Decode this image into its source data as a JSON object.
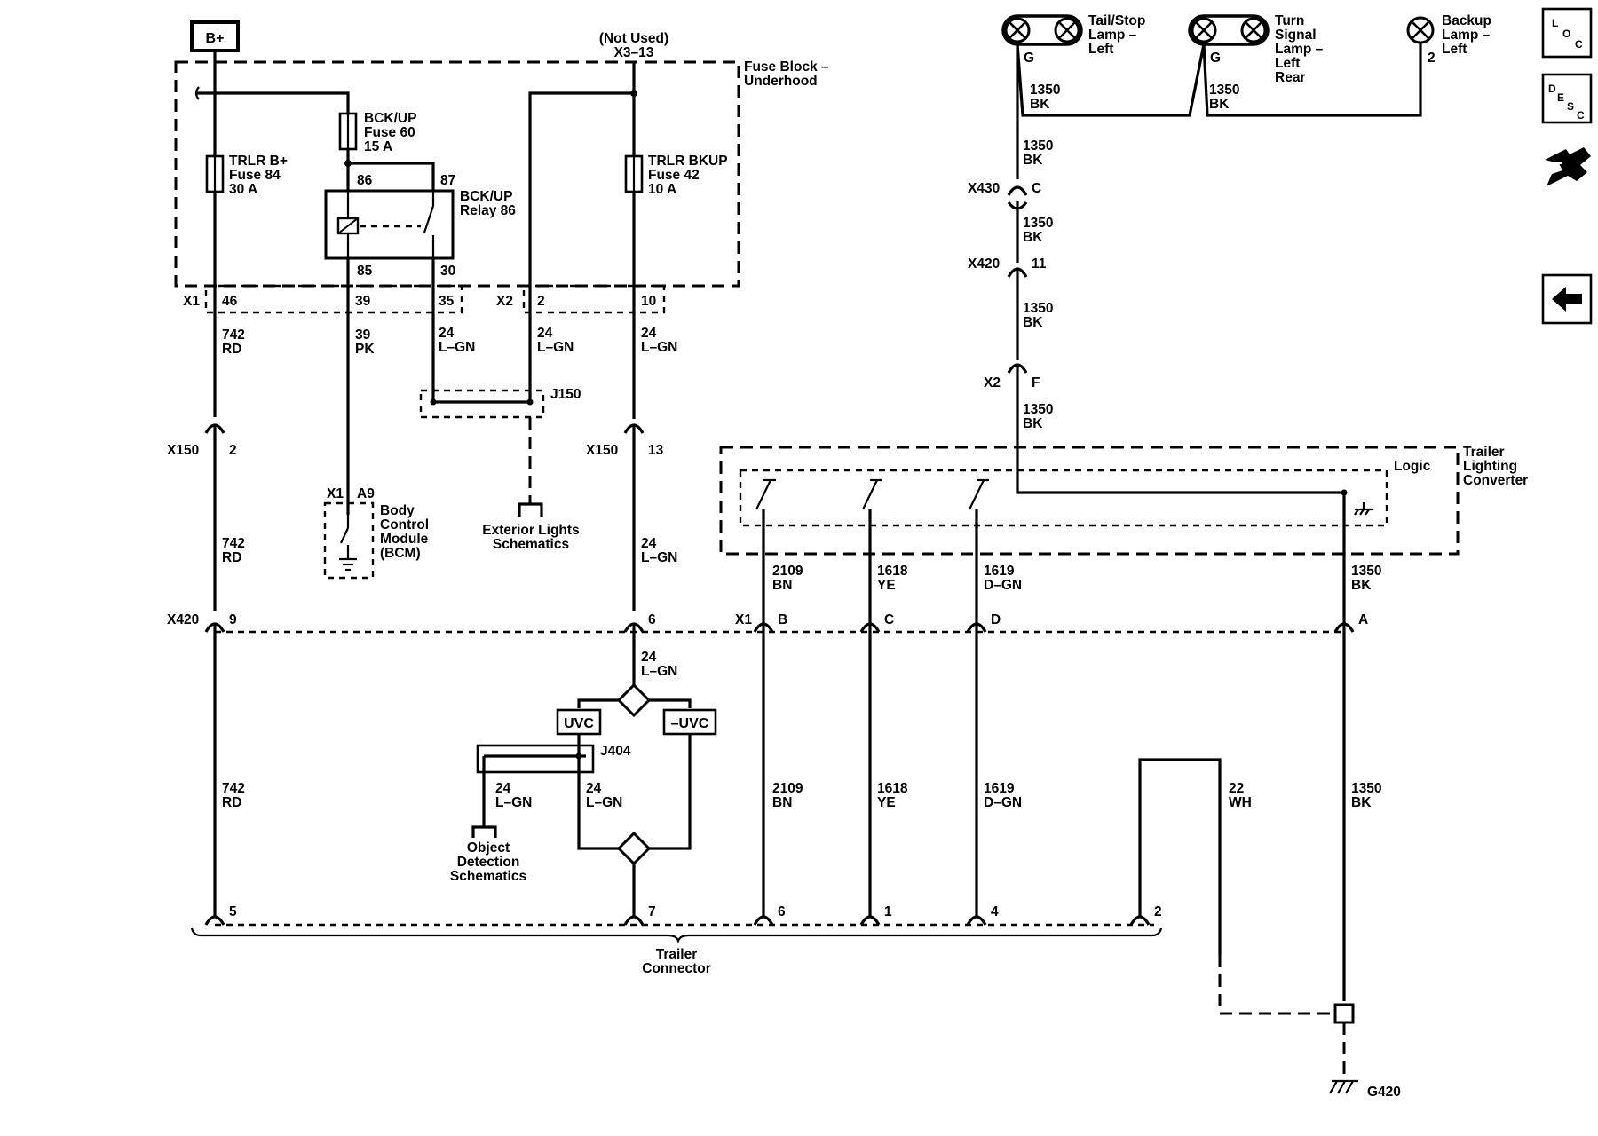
{
  "power": {
    "bplus": "B+"
  },
  "fuse_block": {
    "title_1": "Fuse Block –",
    "title_2": "Underhood",
    "not_used": "(Not Used)",
    "not_used_conn": "X3–13",
    "fuse84": [
      "TRLR B+",
      "Fuse 84",
      "30 A"
    ],
    "fuse60": [
      "BCK/UP",
      "Fuse 60",
      "15 A"
    ],
    "fuse42": [
      "TRLR BKUP",
      "Fuse 42",
      "10 A"
    ],
    "relay86": [
      "BCK/UP",
      "Relay 86"
    ],
    "relay_pins": {
      "p86": "86",
      "p87": "87",
      "p85": "85",
      "p30": "30"
    }
  },
  "connectors": {
    "x1": "X1",
    "x1_46": "46",
    "x1_39": "39",
    "x1_35": "35",
    "x2": "X2",
    "x2_2": "2",
    "x2_10": "10",
    "j150": "J150",
    "x150": "X150",
    "x150_2": "2",
    "x150_13": "13",
    "x420": "X420",
    "x420_9": "9",
    "x420_6": "6",
    "x1_bcm": "X1",
    "a9": "A9",
    "j404": "J404",
    "x430": "X430",
    "x430_c": "C",
    "x420_11": "11",
    "x2_f": "X2",
    "f": "F",
    "x1_tlc": "X1",
    "b": "B",
    "c": "C",
    "d": "D",
    "a": "A",
    "tc5": "5",
    "tc7": "7",
    "tc6": "6",
    "tc1": "1",
    "tc4": "4",
    "tc2": "2"
  },
  "wires": {
    "w742_rd": [
      "742",
      "RD"
    ],
    "w39_pk": [
      "39",
      "PK"
    ],
    "w24_lgn": [
      "24",
      "L–GN"
    ],
    "w1350_bk": [
      "1350",
      "BK"
    ],
    "w2109_bn": [
      "2109",
      "BN"
    ],
    "w1618_ye": [
      "1618",
      "YE"
    ],
    "w1619_dgn": [
      "1619",
      "D–GN"
    ],
    "w22_wh": [
      "22",
      "WH"
    ]
  },
  "modules": {
    "bcm": [
      "Body",
      "Control",
      "Module",
      "(BCM)"
    ],
    "ext_lights": [
      "Exterior Lights",
      "Schematics"
    ],
    "obj_detect": [
      "Object",
      "Detection",
      "Schematics"
    ],
    "uvc": "UVC",
    "neg_uvc": "–UVC",
    "tlc": [
      "Trailer",
      "Lighting",
      "Converter"
    ],
    "logic": "Logic",
    "trailer_conn": [
      "Trailer",
      "Connector"
    ],
    "g420": "G420"
  },
  "lamps": {
    "tail_stop": [
      "Tail/Stop",
      "Lamp –",
      "Left"
    ],
    "turn": [
      "Turn",
      "Signal",
      "Lamp –",
      "Left",
      "Rear"
    ],
    "backup": [
      "Backup",
      "Lamp –",
      "Left"
    ],
    "g": "G",
    "pin2": "2"
  },
  "nav": {
    "loc_icon": "loc-icon",
    "desc_icon": "desc-icon",
    "connector_icon": "connector-view-icon",
    "back_icon": "back-arrow-icon"
  }
}
